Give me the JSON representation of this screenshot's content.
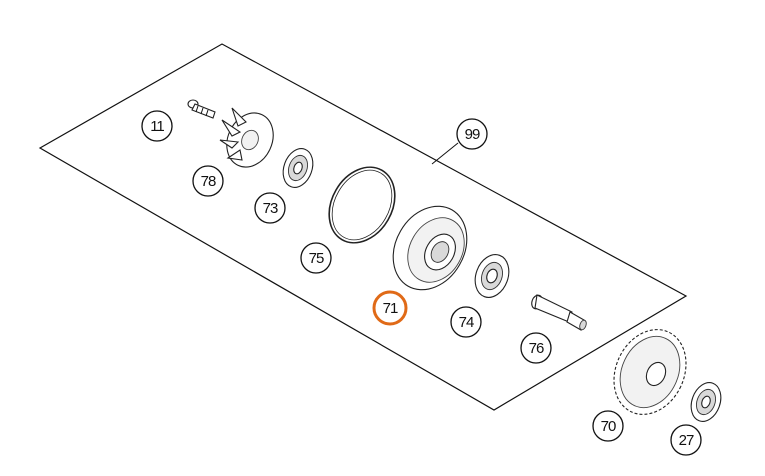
{
  "callouts": [
    {
      "id": "11",
      "label": "11"
    },
    {
      "id": "78",
      "label": "78"
    },
    {
      "id": "73",
      "label": "73"
    },
    {
      "id": "75",
      "label": "75"
    },
    {
      "id": "71",
      "label": "71",
      "highlighted": true
    },
    {
      "id": "74",
      "label": "74"
    },
    {
      "id": "76",
      "label": "76"
    },
    {
      "id": "99",
      "label": "99"
    },
    {
      "id": "70",
      "label": "70"
    },
    {
      "id": "27",
      "label": "27"
    }
  ],
  "colors": {
    "highlight": "#e06a17",
    "line": "#111111",
    "background": "#ffffff"
  }
}
